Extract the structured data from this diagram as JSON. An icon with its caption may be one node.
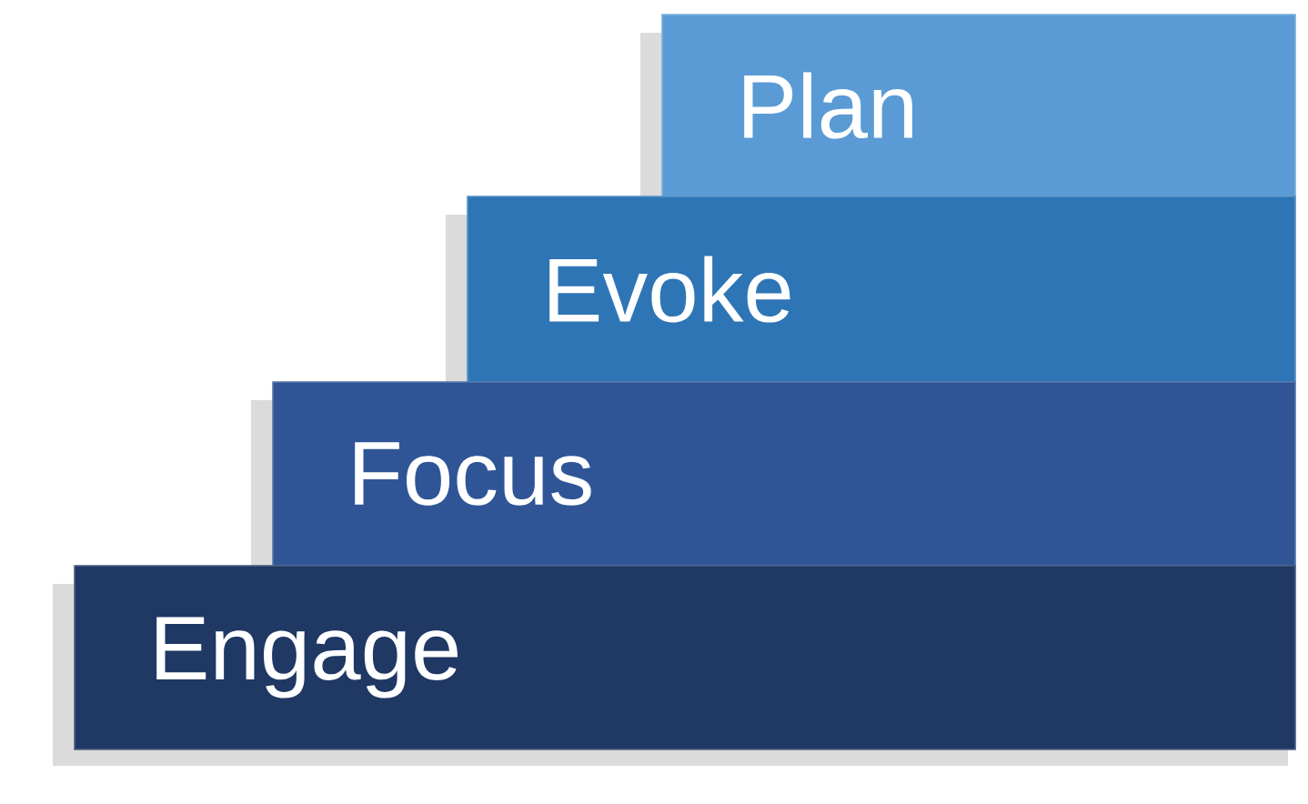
{
  "diagram": {
    "nodes": [
      {
        "text": [
          "Plan"
        ]
      },
      {
        "text": [
          "Evoke"
        ]
      },
      {
        "text": [
          "Focus"
        ]
      },
      {
        "text": [
          "Engage"
        ]
      }
    ]
  }
}
